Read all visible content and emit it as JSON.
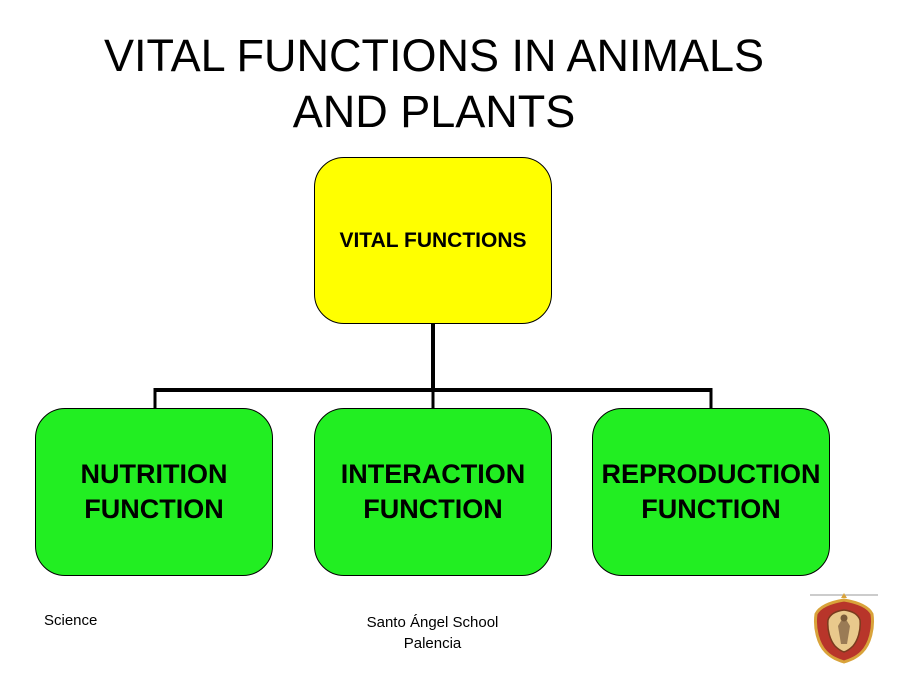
{
  "title": {
    "line1": "VITAL FUNCTIONS IN ANIMALS",
    "line2": "AND PLANTS"
  },
  "diagram": {
    "root": "VITAL FUNCTIONS",
    "children": [
      {
        "line1": "NUTRITION",
        "line2": "FUNCTION"
      },
      {
        "line1": "INTERACTION",
        "line2": "FUNCTION"
      },
      {
        "line1": "REPRODUCTION",
        "line2": "FUNCTION"
      }
    ],
    "colors": {
      "root": "#ffff00",
      "children": "#22ee22"
    }
  },
  "footer": {
    "left": "Science",
    "center_line1": "Santo Ángel School",
    "center_line2": "Palencia"
  },
  "logo": {
    "icon": "school-crest-icon"
  }
}
